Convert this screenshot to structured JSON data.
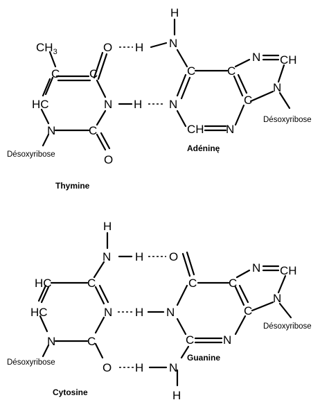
{
  "atoms": {
    "carbon": "C",
    "nitrogen": "N",
    "oxygen": "O",
    "hydrogen": "H",
    "ring_ch": "HC",
    "ring_ch_right": "CH",
    "methyl": "CH",
    "methyl_sub": "3"
  },
  "sugar_label": "Désoxyribose",
  "pair_top": {
    "left_name": "Thymine",
    "right_name": "Adéninę"
  },
  "pair_bottom": {
    "left_name": "Cytosine",
    "right_name": "Guanine"
  },
  "colors": {
    "ink": "#000000",
    "background": "#ffffff"
  }
}
